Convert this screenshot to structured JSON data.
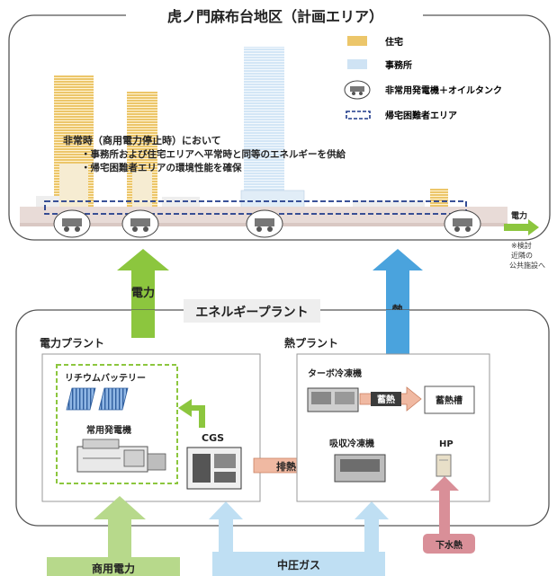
{
  "district": {
    "title": "虎ノ門麻布台地区（計画エリア）",
    "legend": {
      "residential": "住宅",
      "office": "事務所",
      "generator": "非常用発電機＋オイルタンク",
      "refuge": "帰宅困難者エリア"
    },
    "emergency_text": {
      "line1": "非常時（商用電力停止時）において",
      "line2": "・事務所および住宅エリアへ平常時と同等のエネルギーを供給",
      "line3": "・帰宅困難者エリアの環境性能を確保"
    },
    "power_out": {
      "label": "電力",
      "note_line1": "※検討",
      "note_line2": "近隣の",
      "note_line3": "公共施設へ"
    }
  },
  "flows": {
    "power_up": "電力",
    "heat_up": "熱",
    "exhaust_heat": "排熱",
    "heat_storage": "蓄熱"
  },
  "plant": {
    "title": "エネルギープラント",
    "power_plant": {
      "title": "電力プラント",
      "battery": "リチウムバッテリー",
      "generator": "常用発電機",
      "cgs": "CGS"
    },
    "heat_plant": {
      "title": "熱プラント",
      "turbo": "ターボ冷凍機",
      "storage_tank": "蓄熱槽",
      "absorption": "吸収冷凍機",
      "hp": "HP"
    }
  },
  "inputs": {
    "commercial_power": "商用電力",
    "gas": "中圧ガス",
    "sewage_heat": "下水熱"
  },
  "colors": {
    "residential": "#ecc66a",
    "office": "#cfe3f4",
    "green": "#8cc63e",
    "green_light": "#b7d98b",
    "blue": "#4aa3dd",
    "blue_light": "#bfdff3",
    "peach": "#f0b9a2",
    "sewage": "#d98f98",
    "refuge": "#1f3a8a"
  }
}
